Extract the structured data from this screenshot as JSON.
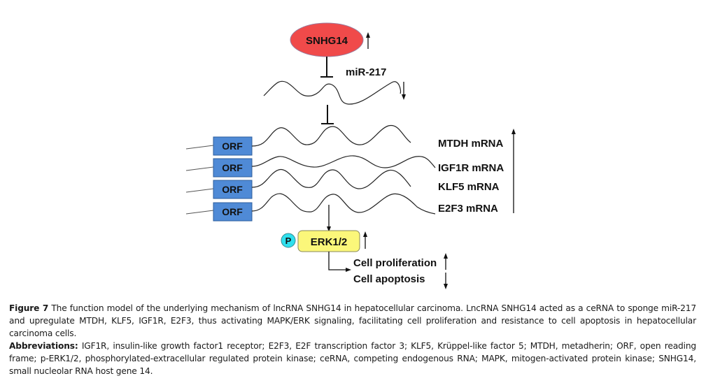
{
  "diagram": {
    "lncrna": {
      "label": "SNHG14",
      "regulation": "up",
      "color": "#f04a4a"
    },
    "mirna": {
      "label": "miR-217",
      "regulation": "down"
    },
    "orf_label": "ORF",
    "orf_color": "#4f8ad6",
    "mrnas": [
      {
        "label": "MTDH mRNA"
      },
      {
        "label": "IGF1R mRNA"
      },
      {
        "label": "KLF5 mRNA"
      },
      {
        "label": "E2F3 mRNA"
      }
    ],
    "mrna_regulation": "up",
    "kinase": {
      "label": "ERK1/2",
      "phospho_label": "P",
      "regulation": "up",
      "color": "#fbf77a",
      "phospho_color": "#2fe0ee"
    },
    "outcomes": [
      {
        "label": "Cell proliferation",
        "regulation": "up"
      },
      {
        "label": "Cell apoptosis",
        "regulation": "down"
      }
    ]
  },
  "caption": {
    "figure_label": "Figure 7",
    "figure_text": " The function model of the underlying mechanism of lncRNA SNHG14 in hepatocellular carcinoma. LncRNA SNHG14 acted as a ceRNA to sponge miR-217 and upregulate MTDH, KLF5, IGF1R, E2F3, thus activating MAPK/ERK signaling, facilitating cell proliferation and resistance to cell apoptosis in hepatocellular carcinoma cells.",
    "abbrev_label": "Abbreviations:",
    "abbrev_text": " IGF1R, insulin-like growth factor1 receptor; E2F3, E2F transcription factor 3; KLF5, Krüppel-like factor 5; MTDH, metadherin; ORF, open reading frame; p-ERK1/2, phosphorylated-extracellular regulated protein kinase; ceRNA, competing endogenous RNA; MAPK, mitogen-activated protein kinase; SNHG14, small nucleolar RNA host gene 14."
  }
}
